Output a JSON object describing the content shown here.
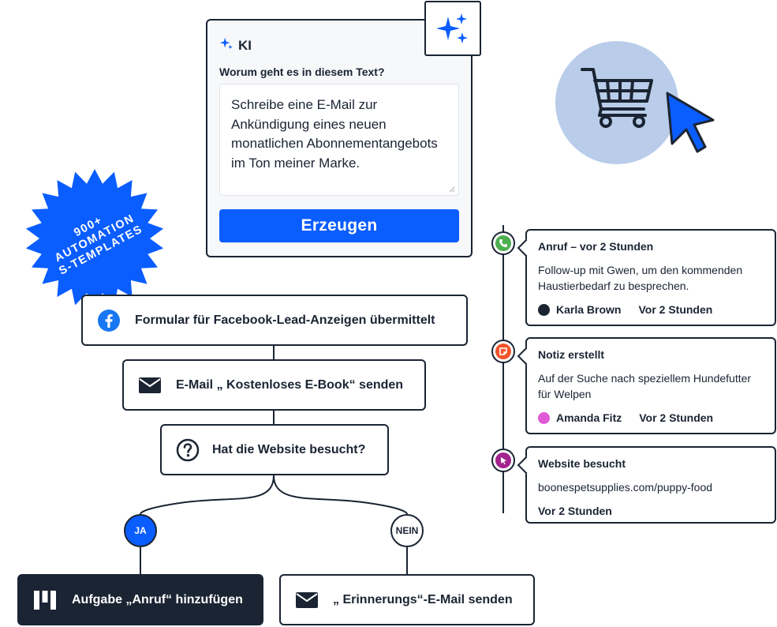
{
  "ai": {
    "label": "KI",
    "question": "Worum geht es in diesem Text?",
    "prompt": "Schreibe eine E-Mail zur Ankündigung eines neuen monatlichen Abonnementangebots im Ton meiner Marke.",
    "button": "Erzeugen"
  },
  "badge": {
    "line1": "900+",
    "line2": "AUTOMATION",
    "line3": "S-TEMPLATES"
  },
  "flow": {
    "trigger": "Formular für Facebook-Lead-Anzeigen übermittelt",
    "send_email": "E-Mail „ Kostenloses E-Book“ senden",
    "condition": "Hat die Website besucht?",
    "yes": "JA",
    "no": "NEIN",
    "task": "Aufgabe „Anruf“ hinzufügen",
    "reminder": "„ Erinnerungs“-E-Mail senden"
  },
  "timeline": [
    {
      "title": "Anruf – vor 2 Stunden",
      "body": "Follow-up mit Gwen, um den kommenden Haustierbedarf zu besprechen.",
      "person": "Karla Brown",
      "time": "Vor 2 Stunden",
      "avatar_color": "#1b2433",
      "icon": "phone-icon",
      "icon_color": "#4caf50"
    },
    {
      "title": "Notiz erstellt",
      "body": "Auf der Suche nach speziellem Hundefutter für Welpen",
      "person": "Amanda Fitz",
      "time": "Vor 2 Stunden",
      "avatar_color": "#e05ad6",
      "icon": "note-icon",
      "icon_color": "#f2552c"
    },
    {
      "title": "Website besucht",
      "body": "boonespetsupplies.com/puppy-food",
      "time": "Vor 2 Stunden",
      "icon": "cursor-icon",
      "icon_color": "#a3238e"
    }
  ],
  "colors": {
    "primary": "#0a5dff",
    "ink": "#1b2433",
    "cart_circle": "#b9cdea",
    "facebook": "#1877f2"
  }
}
